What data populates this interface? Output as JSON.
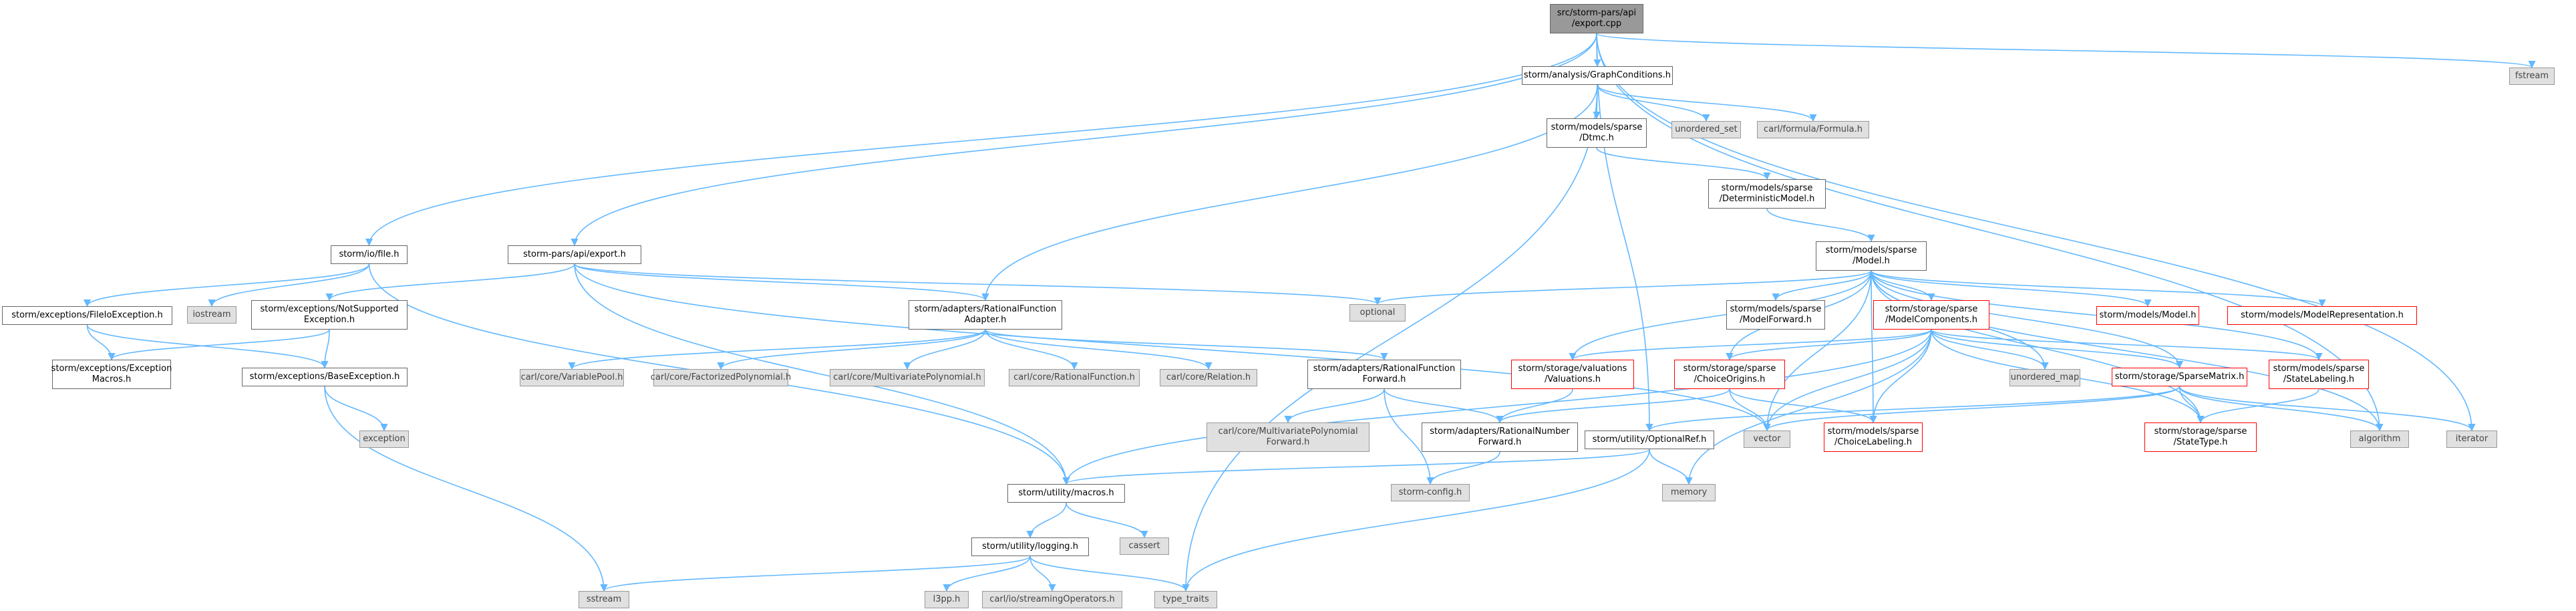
{
  "graph": {
    "edge_color": "#63b8ff",
    "node_styles": {
      "root": {
        "fill": "#999999",
        "border": "#666666"
      },
      "normal": {
        "fill": "#ffffff",
        "border": "#666666"
      },
      "external": {
        "fill": "#e0e0e0",
        "border": "#999999"
      },
      "incomplete": {
        "fill": "#ffffff",
        "border": "#ff0000"
      }
    },
    "nodes": [
      {
        "id": "root",
        "lines": [
          "src/storm-pars/api",
          "/export.cpp"
        ],
        "style": "root"
      },
      {
        "id": "graphcond",
        "lines": [
          "storm/analysis/GraphConditions.h"
        ],
        "style": "normal"
      },
      {
        "id": "fstream",
        "lines": [
          "fstream"
        ],
        "style": "external"
      },
      {
        "id": "dtmc",
        "lines": [
          "storm/models/sparse",
          "/Dtmc.h"
        ],
        "style": "normal"
      },
      {
        "id": "unordered_set",
        "lines": [
          "unordered_set"
        ],
        "style": "external"
      },
      {
        "id": "formula",
        "lines": [
          "carl/formula/Formula.h"
        ],
        "style": "external"
      },
      {
        "id": "detmodel",
        "lines": [
          "storm/models/sparse",
          "/DeterministicModel.h"
        ],
        "style": "normal"
      },
      {
        "id": "model",
        "lines": [
          "storm/models/sparse",
          "/Model.h"
        ],
        "style": "normal"
      },
      {
        "id": "file",
        "lines": [
          "storm/io/file.h"
        ],
        "style": "normal"
      },
      {
        "id": "exporth",
        "lines": [
          "storm-pars/api/export.h"
        ],
        "style": "normal"
      },
      {
        "id": "fileioexc",
        "lines": [
          "storm/exceptions/FileIoException.h"
        ],
        "style": "normal"
      },
      {
        "id": "iostream",
        "lines": [
          "iostream"
        ],
        "style": "external"
      },
      {
        "id": "notsupp",
        "lines": [
          "storm/exceptions/NotSupported",
          "Exception.h"
        ],
        "style": "normal"
      },
      {
        "id": "optional",
        "lines": [
          "optional"
        ],
        "style": "external"
      },
      {
        "id": "rfadapter",
        "lines": [
          "storm/adapters/RationalFunction",
          "Adapter.h"
        ],
        "style": "normal"
      },
      {
        "id": "modelforward",
        "lines": [
          "storm/models/sparse",
          "/ModelForward.h"
        ],
        "style": "normal"
      },
      {
        "id": "modelcomponents",
        "lines": [
          "storm/storage/sparse",
          "/ModelComponents.h"
        ],
        "style": "red"
      },
      {
        "id": "modelsmodel",
        "lines": [
          "storm/models/Model.h"
        ],
        "style": "red"
      },
      {
        "id": "modelrep",
        "lines": [
          "storm/models/ModelRepresentation.h"
        ],
        "style": "red"
      },
      {
        "id": "excmacros",
        "lines": [
          "storm/exceptions/Exception",
          "Macros.h"
        ],
        "style": "normal"
      },
      {
        "id": "baseexc",
        "lines": [
          "storm/exceptions/BaseException.h"
        ],
        "style": "normal"
      },
      {
        "id": "variablepool",
        "lines": [
          "carl/core/VariablePool.h"
        ],
        "style": "external"
      },
      {
        "id": "factorizedpoly",
        "lines": [
          "carl/core/FactorizedPolynomial.h"
        ],
        "style": "external"
      },
      {
        "id": "multipoly",
        "lines": [
          "carl/core/MultivariatePolynomial.h"
        ],
        "style": "external"
      },
      {
        "id": "rationalfunc",
        "lines": [
          "carl/core/RationalFunction.h"
        ],
        "style": "external"
      },
      {
        "id": "relation",
        "lines": [
          "carl/core/Relation.h"
        ],
        "style": "external"
      },
      {
        "id": "rfforward",
        "lines": [
          "storm/adapters/RationalFunction",
          "Forward.h"
        ],
        "style": "normal"
      },
      {
        "id": "valuations",
        "lines": [
          "storm/storage/valuations",
          "/Valuations.h"
        ],
        "style": "red"
      },
      {
        "id": "choiceorigins",
        "lines": [
          "storm/storage/sparse",
          "/ChoiceOrigins.h"
        ],
        "style": "red"
      },
      {
        "id": "unordered_map",
        "lines": [
          "unordered_map"
        ],
        "style": "external"
      },
      {
        "id": "sparsematrix",
        "lines": [
          "storm/storage/SparseMatrix.h"
        ],
        "style": "red"
      },
      {
        "id": "statelabeling",
        "lines": [
          "storm/models/sparse",
          "/StateLabeling.h"
        ],
        "style": "red"
      },
      {
        "id": "exception",
        "lines": [
          "exception"
        ],
        "style": "external"
      },
      {
        "id": "multipolyfwd",
        "lines": [
          "carl/core/MultivariatePolynomial",
          "Forward.h"
        ],
        "style": "external"
      },
      {
        "id": "rnforward",
        "lines": [
          "storm/adapters/RationalNumber",
          "Forward.h"
        ],
        "style": "normal"
      },
      {
        "id": "optionalref",
        "lines": [
          "storm/utility/OptionalRef.h"
        ],
        "style": "normal"
      },
      {
        "id": "vector",
        "lines": [
          "vector"
        ],
        "style": "external"
      },
      {
        "id": "choicelabeling",
        "lines": [
          "storm/models/sparse",
          "/ChoiceLabeling.h"
        ],
        "style": "red"
      },
      {
        "id": "algorithm",
        "lines": [
          "algorithm"
        ],
        "style": "external"
      },
      {
        "id": "iterator",
        "lines": [
          "iterator"
        ],
        "style": "external"
      },
      {
        "id": "statetype",
        "lines": [
          "storm/storage/sparse",
          "/StateType.h"
        ],
        "style": "red"
      },
      {
        "id": "macros",
        "lines": [
          "storm/utility/macros.h"
        ],
        "style": "normal"
      },
      {
        "id": "stormconfig",
        "lines": [
          "storm-config.h"
        ],
        "style": "external"
      },
      {
        "id": "memory",
        "lines": [
          "memory"
        ],
        "style": "external"
      },
      {
        "id": "cassert",
        "lines": [
          "cassert"
        ],
        "style": "external"
      },
      {
        "id": "logging",
        "lines": [
          "storm/utility/logging.h"
        ],
        "style": "normal"
      },
      {
        "id": "sstream",
        "lines": [
          "sstream"
        ],
        "style": "external"
      },
      {
        "id": "l3pp",
        "lines": [
          "l3pp.h"
        ],
        "style": "external"
      },
      {
        "id": "streamingops",
        "lines": [
          "carl/io/streamingOperators.h"
        ],
        "style": "external"
      },
      {
        "id": "type_traits",
        "lines": [
          "type_traits"
        ],
        "style": "external"
      }
    ],
    "edges": [
      [
        "root",
        "graphcond"
      ],
      [
        "root",
        "fstream"
      ],
      [
        "root",
        "file"
      ],
      [
        "root",
        "exporth"
      ],
      [
        "root",
        "optionalref"
      ],
      [
        "root",
        "algorithm"
      ],
      [
        "root",
        "iterator"
      ],
      [
        "graphcond",
        "dtmc"
      ],
      [
        "graphcond",
        "unordered_set"
      ],
      [
        "graphcond",
        "formula"
      ],
      [
        "graphcond",
        "rfadapter"
      ],
      [
        "graphcond",
        "type_traits"
      ],
      [
        "dtmc",
        "detmodel"
      ],
      [
        "detmodel",
        "model"
      ],
      [
        "model",
        "optional"
      ],
      [
        "model",
        "modelforward"
      ],
      [
        "model",
        "modelcomponents"
      ],
      [
        "model",
        "modelsmodel"
      ],
      [
        "model",
        "modelrep"
      ],
      [
        "model",
        "valuations"
      ],
      [
        "model",
        "choiceorigins"
      ],
      [
        "model",
        "unordered_map"
      ],
      [
        "model",
        "sparsematrix"
      ],
      [
        "model",
        "statelabeling"
      ],
      [
        "model",
        "vector"
      ],
      [
        "model",
        "choicelabeling"
      ],
      [
        "model",
        "statetype"
      ],
      [
        "model",
        "algorithm"
      ],
      [
        "file",
        "fileioexc"
      ],
      [
        "file",
        "iostream"
      ],
      [
        "file",
        "macros"
      ],
      [
        "exporth",
        "notsupp"
      ],
      [
        "exporth",
        "optional"
      ],
      [
        "exporth",
        "rfadapter"
      ],
      [
        "exporth",
        "vector"
      ],
      [
        "exporth",
        "macros"
      ],
      [
        "fileioexc",
        "excmacros"
      ],
      [
        "fileioexc",
        "baseexc"
      ],
      [
        "notsupp",
        "excmacros"
      ],
      [
        "notsupp",
        "baseexc"
      ],
      [
        "baseexc",
        "exception"
      ],
      [
        "baseexc",
        "sstream"
      ],
      [
        "rfadapter",
        "variablepool"
      ],
      [
        "rfadapter",
        "factorizedpoly"
      ],
      [
        "rfadapter",
        "multipoly"
      ],
      [
        "rfadapter",
        "rationalfunc"
      ],
      [
        "rfadapter",
        "relation"
      ],
      [
        "rfadapter",
        "rfforward"
      ],
      [
        "rfforward",
        "multipolyfwd"
      ],
      [
        "rfforward",
        "rnforward"
      ],
      [
        "rfforward",
        "stormconfig"
      ],
      [
        "rnforward",
        "stormconfig"
      ],
      [
        "modelcomponents",
        "valuations"
      ],
      [
        "modelcomponents",
        "choiceorigins"
      ],
      [
        "modelcomponents",
        "unordered_map"
      ],
      [
        "modelcomponents",
        "sparsematrix"
      ],
      [
        "modelcomponents",
        "statelabeling"
      ],
      [
        "modelcomponents",
        "vector"
      ],
      [
        "modelcomponents",
        "choicelabeling"
      ],
      [
        "modelcomponents",
        "statetype"
      ],
      [
        "modelcomponents",
        "memory"
      ],
      [
        "modelcomponents",
        "macros"
      ],
      [
        "valuations",
        "rnforward"
      ],
      [
        "choiceorigins",
        "vector"
      ],
      [
        "choiceorigins",
        "choicelabeling"
      ],
      [
        "choiceorigins",
        "rnforward"
      ],
      [
        "sparsematrix",
        "optionalref"
      ],
      [
        "sparsematrix",
        "vector"
      ],
      [
        "sparsematrix",
        "algorithm"
      ],
      [
        "sparsematrix",
        "iterator"
      ],
      [
        "sparsematrix",
        "statetype"
      ],
      [
        "statelabeling",
        "statetype"
      ],
      [
        "optionalref",
        "macros"
      ],
      [
        "optionalref",
        "memory"
      ],
      [
        "optionalref",
        "type_traits"
      ],
      [
        "macros",
        "cassert"
      ],
      [
        "macros",
        "logging"
      ],
      [
        "logging",
        "sstream"
      ],
      [
        "logging",
        "l3pp"
      ],
      [
        "logging",
        "streamingops"
      ],
      [
        "logging",
        "type_traits"
      ]
    ]
  }
}
